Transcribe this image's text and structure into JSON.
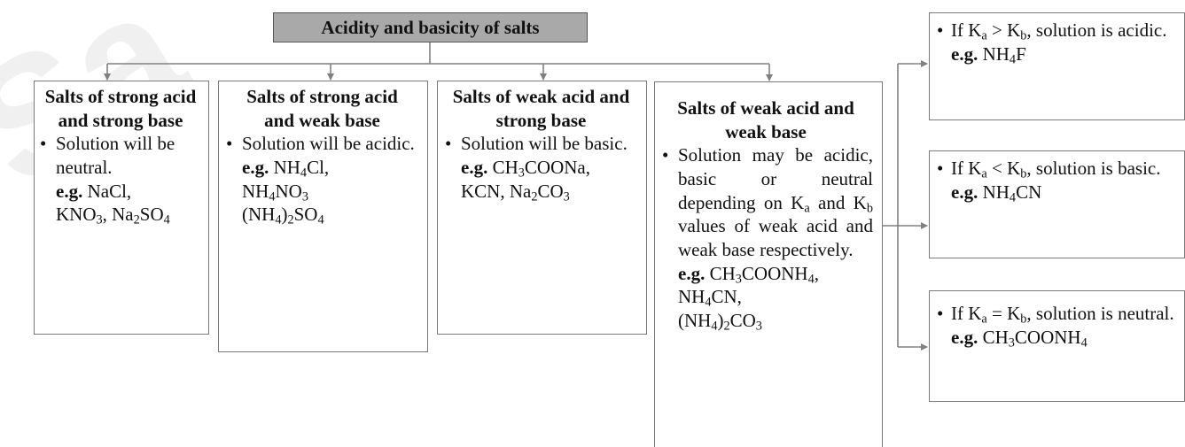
{
  "title": "Acidity and basicity of salts",
  "watermark": "Sa",
  "categories": [
    {
      "heading": "Salts of strong acid and strong base",
      "bullet": "Solution will be neutral.",
      "eg_label": "e.g.",
      "examples": [
        "NaCl,",
        "KNO3, Na2SO4"
      ]
    },
    {
      "heading": "Salts of strong acid and weak base",
      "bullet": "Solution will be acidic.",
      "eg_label": "e.g.",
      "examples": [
        "NH4Cl,",
        "NH4NO3",
        "(NH4)2SO4"
      ]
    },
    {
      "heading": "Salts of weak acid and strong base",
      "bullet": "Solution will be basic.",
      "eg_label": "e.g.",
      "examples": [
        "CH3COONa,",
        "KCN, Na2CO3"
      ]
    },
    {
      "heading": "Salts of weak acid and weak base",
      "bullet": "Solution may be acidic, basic or neutral depending on Ka and Kb values of weak acid and weak base respectively.",
      "eg_label": "e.g.",
      "examples": [
        "CH3COONH4,",
        "NH4CN,",
        "(NH4)2CO3"
      ]
    }
  ],
  "conditions": [
    {
      "condition": "If Ka > Kb, solution is acidic.",
      "eg_label": "e.g.",
      "example": "NH4F"
    },
    {
      "condition": "If Ka < Kb, solution is basic.",
      "eg_label": "e.g.",
      "example": "NH4CN"
    },
    {
      "condition": "If Ka = Kb, solution is neutral.",
      "eg_label": "e.g.",
      "example": "CH3COONH4"
    }
  ],
  "colors": {
    "title_fill": "#a9a9a9",
    "connector": "#808080",
    "border": "#7a7a7a"
  }
}
